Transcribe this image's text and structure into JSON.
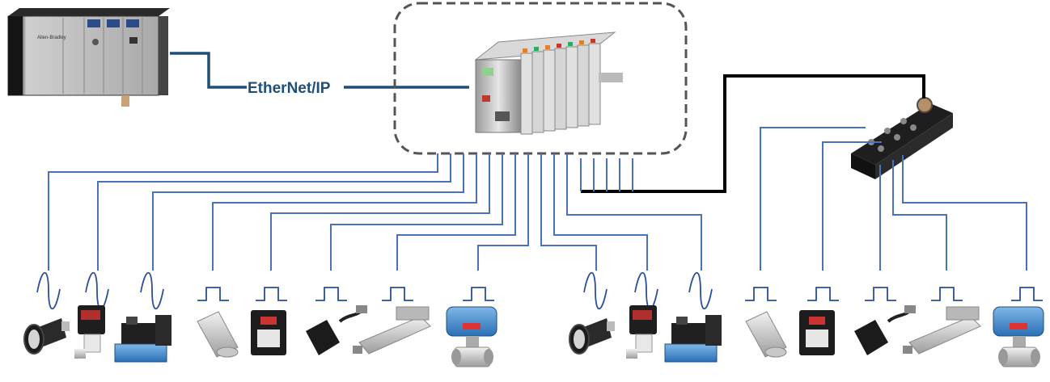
{
  "network": {
    "protocol_label": "EtherNet/IP",
    "plc_brand": "Allen-Bradley"
  },
  "colors": {
    "signal_wire": "#4a72b8",
    "ethernet_cable": "#1f4e79",
    "sub_bus_cable": "#000000",
    "signal_symbol": "#2b4f9b",
    "coupler_frame": "#555555"
  },
  "left_group": [
    {
      "device": "ultrasonic-sensor",
      "signal": "analog"
    },
    {
      "device": "pressure-sensor",
      "signal": "analog"
    },
    {
      "device": "proportional-valve",
      "signal": "analog"
    },
    {
      "device": "inductive-sensor",
      "signal": "digital"
    },
    {
      "device": "optical-sensor",
      "signal": "digital"
    },
    {
      "device": "fork-sensor",
      "signal": "digital"
    },
    {
      "device": "electric-cylinder",
      "signal": "digital"
    },
    {
      "device": "actuated-ball-valve",
      "signal": "digital"
    }
  ],
  "right_group": [
    {
      "device": "ultrasonic-sensor",
      "signal": "analog"
    },
    {
      "device": "pressure-sensor",
      "signal": "analog"
    },
    {
      "device": "proportional-valve",
      "signal": "analog"
    }
  ],
  "hub_group": [
    {
      "device": "inductive-sensor",
      "signal": "digital"
    },
    {
      "device": "optical-sensor",
      "signal": "digital"
    },
    {
      "device": "fork-sensor",
      "signal": "digital"
    },
    {
      "device": "electric-cylinder",
      "signal": "digital"
    },
    {
      "device": "actuated-ball-valve",
      "signal": "digital"
    }
  ]
}
